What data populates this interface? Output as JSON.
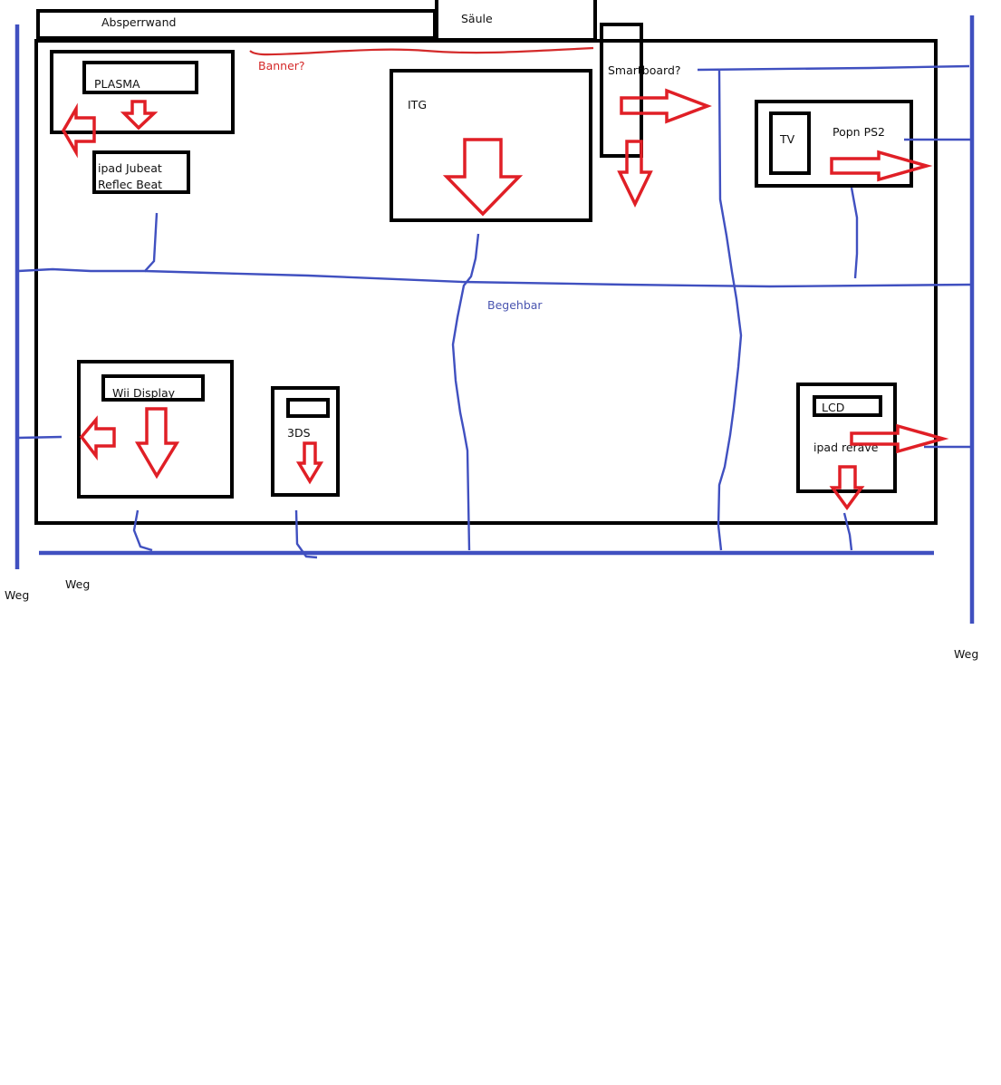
{
  "labels": {
    "absperrwand": "Absperrwand",
    "saeule": "Säule",
    "banner": "Banner?",
    "plasma": "PLASMA",
    "ipad_jubeat_1": "ipad Jubeat",
    "ipad_jubeat_2": "Reflec Beat",
    "itg": "ITG",
    "smartboard": "Smartboard?",
    "tv": "TV",
    "popn": "Popn PS2",
    "begehbar": "Begehbar",
    "wii_display": "Wii Display",
    "threeds": "3DS",
    "lcd": "LCD",
    "ipad_rerave": "ipad rerave",
    "weg_left": "Weg",
    "weg_bottom": "Weg",
    "weg_right": "Weg"
  },
  "colors": {
    "wall": "#000000",
    "walkway": "#4050c0",
    "arrow": "#e01f26",
    "banner": "#d42a2a"
  }
}
